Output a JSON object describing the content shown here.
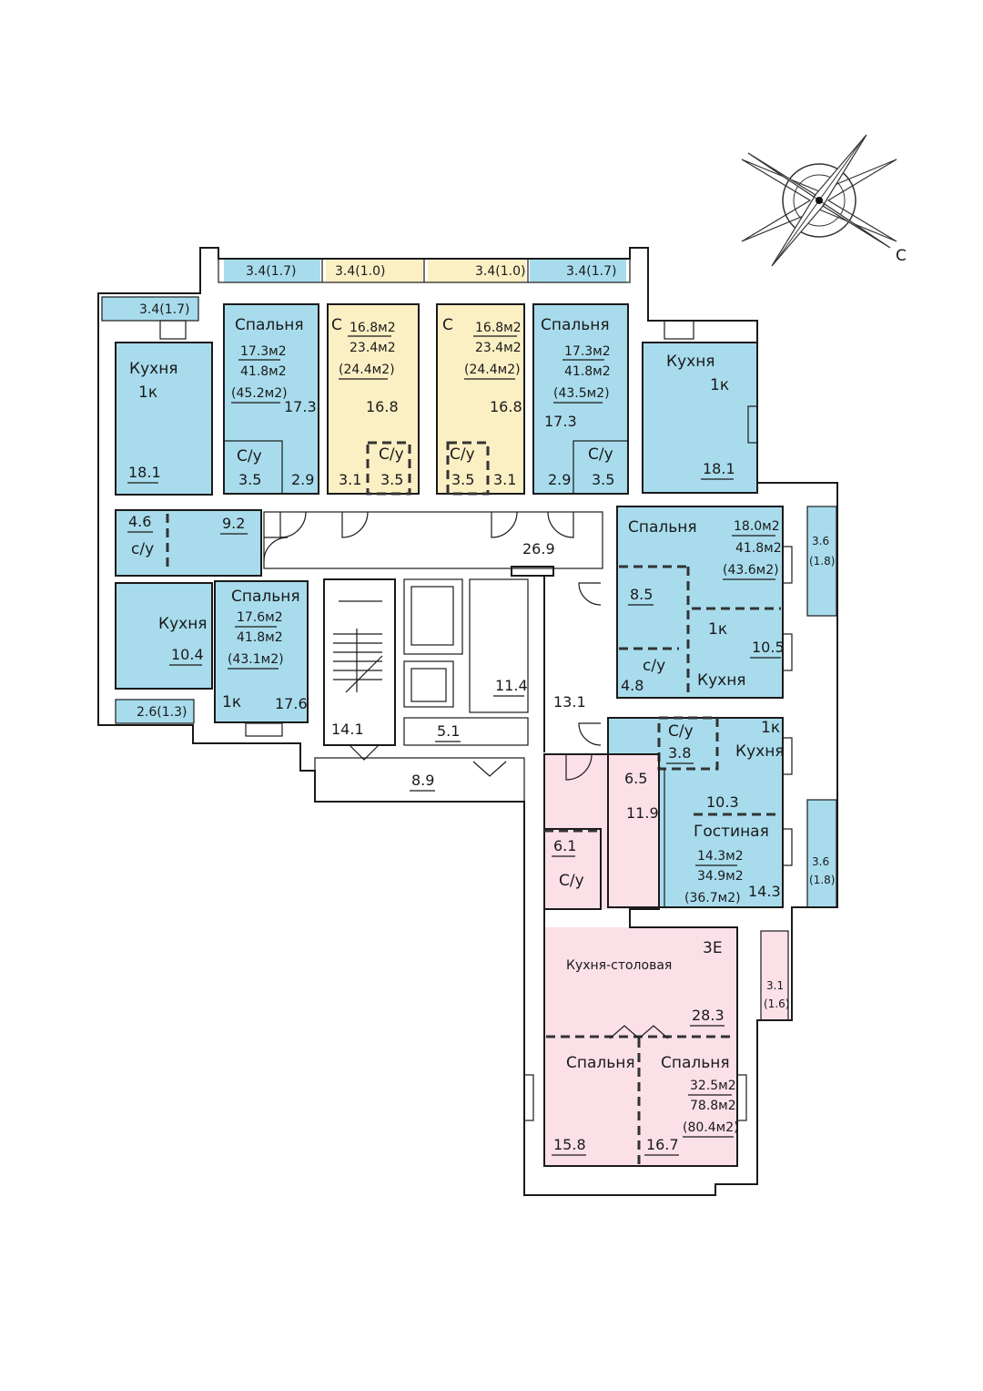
{
  "colors": {
    "one_room": "#a8dced",
    "studio": "#fbefc4",
    "three_room": "#fbe0e8",
    "common": "#ffffff",
    "wall": "#1a1a1a"
  },
  "compass": {
    "south_letter": "С"
  },
  "balconies": {
    "b1": "3.4(1.7)",
    "b2": "3.4(1.7)",
    "b3": "3.4(1.0)",
    "b4": "3.4(1.0)",
    "b5": "3.4(1.7)",
    "b6": "2.6(1.3)",
    "b7": "3.6",
    "b7a": "(1.8)",
    "b8": "3.6",
    "b8a": "(1.8)",
    "b9": "3.1",
    "b9a": "(1.6)"
  },
  "apt_a": {
    "kitchen": "Кухня",
    "type": "1к",
    "kitchen_area": "18.1"
  },
  "apt_b": {
    "bedroom": "Спальня",
    "living": "17.3м2",
    "total": "41.8м2",
    "gross": "(45.2м2)",
    "room": "17.3",
    "bath": "С/у",
    "bath_area": "3.5",
    "hall": "2.9"
  },
  "apt_c": {
    "letter": "С",
    "living": "16.8м2",
    "total": "23.4м2",
    "gross": "(24.4м2)",
    "room": "16.8",
    "bath": "С/у",
    "bath_area": "3.5",
    "hall": "3.1"
  },
  "apt_d": {
    "letter": "С",
    "living": "16.8м2",
    "total": "23.4м2",
    "gross": "(24.4м2)",
    "room": "16.8",
    "bath": "С/у",
    "bath_area": "3.5",
    "hall": "3.1"
  },
  "apt_e": {
    "bedroom": "Спальня",
    "living": "17.3м2",
    "total": "41.8м2",
    "gross": "(43.5м2)",
    "room": "17.3",
    "bath": "С/у",
    "bath_area": "3.5",
    "hall": "2.9"
  },
  "apt_f": {
    "kitchen": "Кухня",
    "type": "1к",
    "kitchen_area": "18.1"
  },
  "apt_g": {
    "bath": "с/у",
    "bath_area": "4.6",
    "hall": "9.2",
    "kitchen": "Кухня",
    "kitchen_area": "10.4",
    "bedroom": "Спальня",
    "living": "17.6м2",
    "total": "41.8м2",
    "gross": "(43.1м2)",
    "type": "1к",
    "room": "17.6"
  },
  "apt_h": {
    "bedroom": "Спальня",
    "living": "18.0м2",
    "total": "41.8м2",
    "gross": "(43.6м2)",
    "hall": "8.5",
    "type": "1к",
    "kitchen_area": "10.5",
    "bath": "с/у",
    "bath_area": "4.8",
    "kitchen": "Кухня"
  },
  "apt_i": {
    "bath": "С/у",
    "bath_area": "3.8",
    "type": "1к",
    "kitchen": "Кухня",
    "hall": "6.5",
    "kitchen_area": "10.3",
    "living_room": "Гостиная",
    "living": "14.3м2",
    "total": "34.9м2",
    "gross": "(36.7м2)",
    "room": "14.3"
  },
  "apt_j": {
    "hall": "11.9",
    "bath_area": "6.1",
    "bath": "С/у",
    "type": "3Е",
    "kitchen_dining": "Кухня-столовая",
    "kitchen_area": "28.3",
    "bedroom1": "Спальня",
    "bedroom2": "Спальня",
    "living": "32.5м2",
    "total": "78.8м2",
    "gross": "(80.4м2)",
    "room1": "15.8",
    "room2": "16.7"
  },
  "common": {
    "corridor": "26.9",
    "lift_hall": "11.4",
    "hall": "13.1",
    "stairs": "14.1",
    "vestibule": "5.1",
    "entrance": "8.9"
  }
}
